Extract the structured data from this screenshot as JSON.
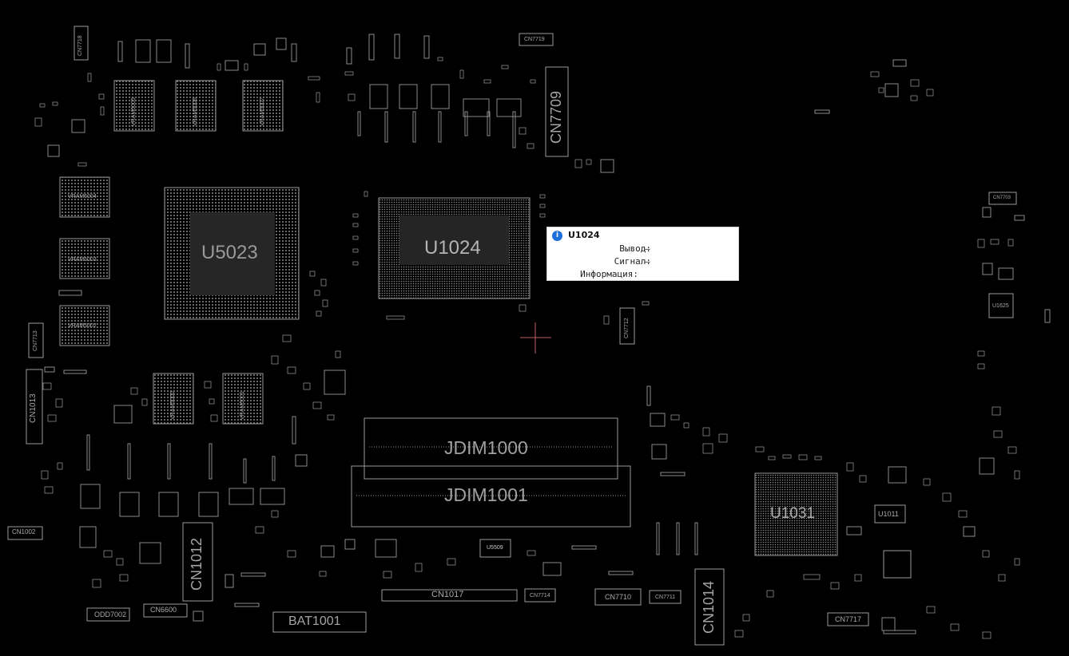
{
  "board": {
    "background": "#000000",
    "outline_color": "#9a9a9a",
    "cursor_color": "#c06060"
  },
  "components": {
    "u5023": "U5023",
    "u1024": "U1024",
    "u1031": "U1031",
    "jdim1000": "JDIM1000",
    "jdim1001": "JDIM1001",
    "cn7709": "CN7709",
    "cn1012": "CN1012",
    "cn1014": "CN1014",
    "cn1013": "CN1013",
    "cn1017": "CN1017",
    "bat1001": "BAT1001",
    "cn7719": "CN7719",
    "cn7703": "CN7703",
    "cn7712": "CN7712",
    "cn7713": "CN7713",
    "cn7714": "CN7714",
    "cn7710": "CN7710",
    "cn7711": "CN7711",
    "cn7717": "CN7717",
    "cn7718": "CN7718",
    "cn1002": "CN1002",
    "cn6600": "CN6600",
    "odd7002": "ODD7002",
    "u1625": "U1625",
    "u1011": "U1011",
    "u5509": "U5509",
    "vram5000": "VRAM5000",
    "vram5001": "VRAM5001",
    "vram5002": "VRAM5002",
    "vram5003": "VRAM5003",
    "vram5004": "VRAM5004",
    "vram5005": "VRAM5005",
    "vram5006": "VRAM5006",
    "vram5007": "VRAM5007"
  },
  "info": {
    "icon": "info-icon",
    "title": "U1024",
    "pin_label": "Вывод:",
    "pin_value": "—",
    "signal_label": "Сигнал:",
    "signal_value": "—",
    "info_label": "Информация:",
    "info_value": ""
  }
}
